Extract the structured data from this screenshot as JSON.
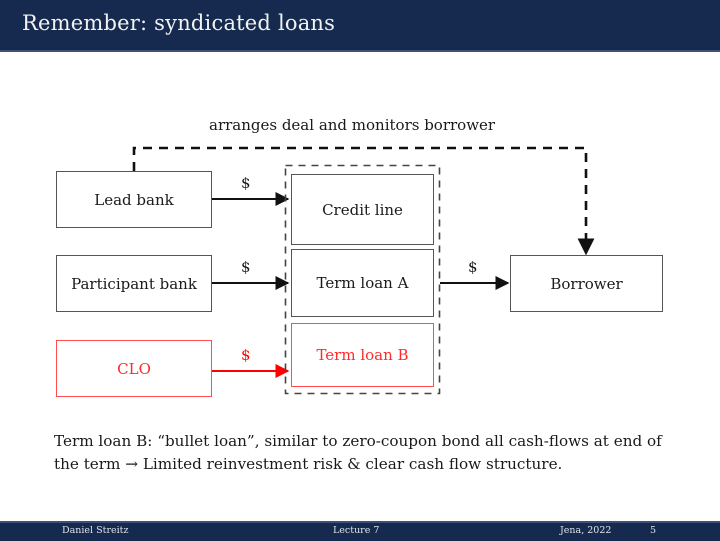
{
  "slide": {
    "title": "Remember: syndicated loans",
    "title_bar_color": "#152a4e",
    "accent_rule_color": "#3c5078"
  },
  "diagram": {
    "caption_top": "arranges deal and monitors borrower",
    "lenders": [
      {
        "label": "Lead bank",
        "color": "#1a1a1a",
        "border": "#555555"
      },
      {
        "label": "Participant bank",
        "color": "#1a1a1a",
        "border": "#555555"
      },
      {
        "label": "CLO",
        "color": "#ff2a2a",
        "border": "#ff4d4d"
      }
    ],
    "facilities": [
      {
        "label": "Credit line",
        "color": "#1a1a1a",
        "border": "#555555"
      },
      {
        "label": "Term loan A",
        "color": "#1a1a1a",
        "border": "#555555"
      },
      {
        "label": "Term loan B",
        "color": "#ff2a2a",
        "border": "#ff4d4d"
      }
    ],
    "borrower": {
      "label": "Borrower",
      "color": "#1a1a1a",
      "border": "#555555"
    },
    "flow_labels": [
      {
        "label": "$",
        "color": "#1a1a1a"
      },
      {
        "label": "$",
        "color": "#1a1a1a"
      },
      {
        "label": "$",
        "color": "#ff0000"
      },
      {
        "label": "$",
        "color": "#1a1a1a"
      }
    ]
  },
  "body": {
    "text": "Term loan B: “bullet loan”, similar to zero-coupon bond all cash-flows at end of the term → Limited reinvestment risk & clear cash flow structure."
  },
  "footer": {
    "author": "Daniel Streitz",
    "lecture": "Lecture 7",
    "venue": "Jena, 2022",
    "page": "5"
  }
}
